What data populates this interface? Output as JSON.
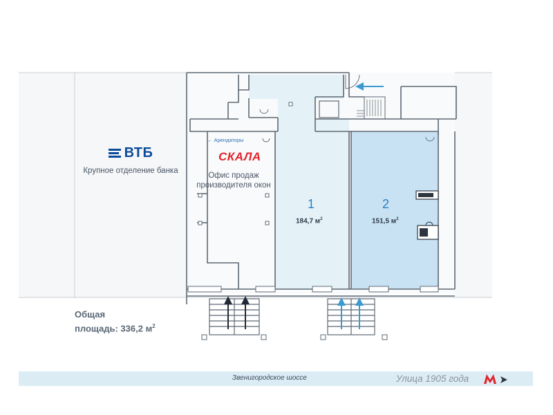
{
  "bank": {
    "name": "ВТБ",
    "subtitle": "Крупное отделение банка"
  },
  "tenant_link": "←  Арендаторы",
  "tenant_brand": "СКАЛА",
  "tenant_office": "Офис продаж производителя окон",
  "units": [
    {
      "number": "1",
      "area": "184,7 м",
      "area_sup": "2"
    },
    {
      "number": "2",
      "area": "151,5 м",
      "area_sup": "2"
    }
  ],
  "total": {
    "label": "Общая",
    "value": "площадь: 336,2 м",
    "value_sup": "2"
  },
  "street": {
    "name": "Звенигородское шоссе",
    "station": "Улица 1905 года"
  },
  "colors": {
    "unit1_fill": "#e4f2f8",
    "unit2_fill": "#c8e2f4",
    "wall": "#5d6873",
    "blue_arrow": "#3b9ad2",
    "street_band": "#dcecf5",
    "metro_red": "#e3242b",
    "brand_blue": "#0a4b9c"
  },
  "icons": [
    "vtb-logo-icon",
    "metro-icon",
    "direction-arrow-icon",
    "entrance-arrow-icon",
    "door-icon"
  ]
}
